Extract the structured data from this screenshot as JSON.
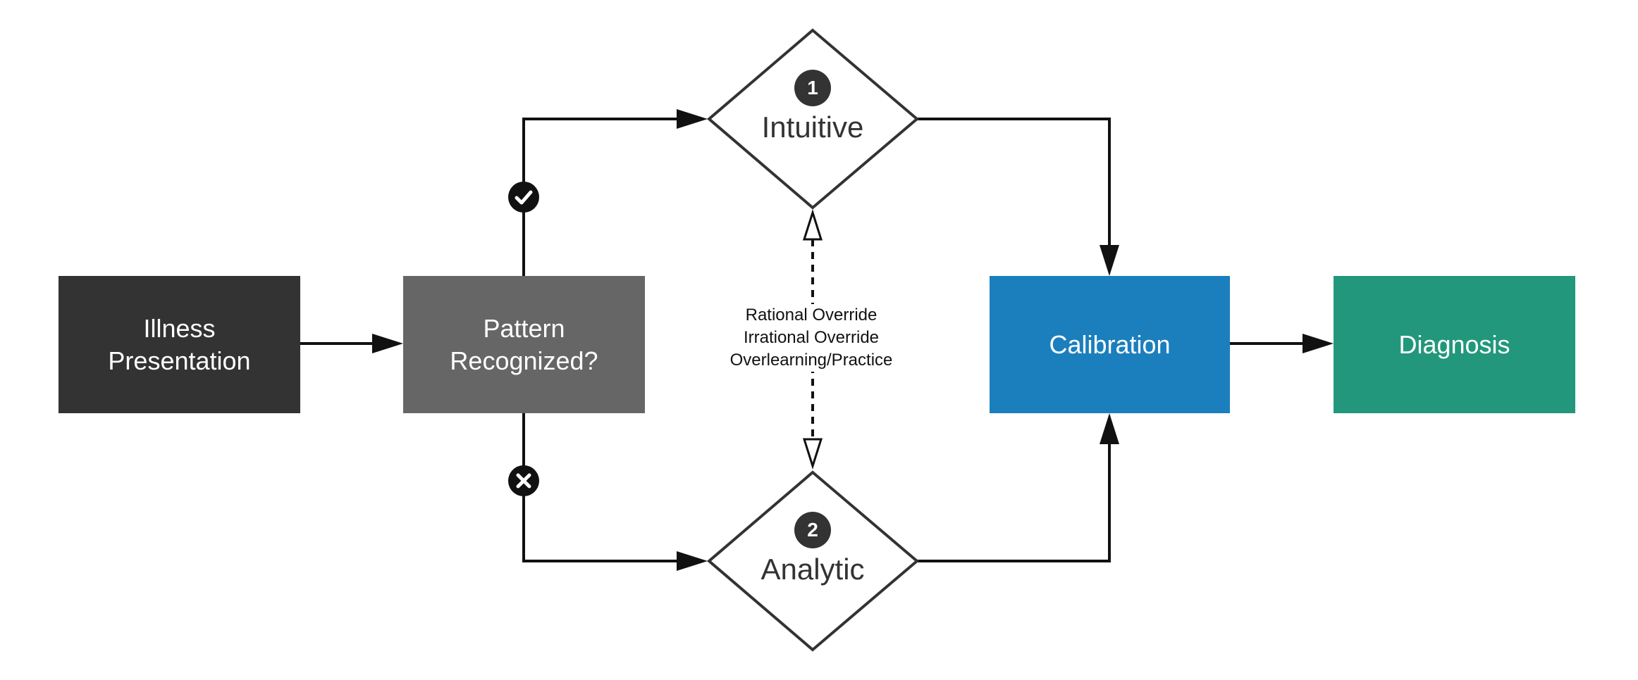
{
  "nodes": {
    "illness": {
      "line1": "Illness",
      "line2": "Presentation",
      "color": "#333333"
    },
    "pattern": {
      "line1": "Pattern",
      "line2": "Recognized?",
      "color": "#666666"
    },
    "intuitive": {
      "label": "Intuitive",
      "badge": "1"
    },
    "analytic": {
      "label": "Analytic",
      "badge": "2"
    },
    "calibration": {
      "label": "Calibration",
      "color": "#1b7fbd"
    },
    "diagnosis": {
      "label": "Diagnosis",
      "color": "#22977b"
    }
  },
  "override_labels": [
    "Rational Override",
    "Irrational Override",
    "Overlearning/Practice"
  ],
  "icons": {
    "yes": "check-circle-icon",
    "no": "x-circle-icon"
  }
}
